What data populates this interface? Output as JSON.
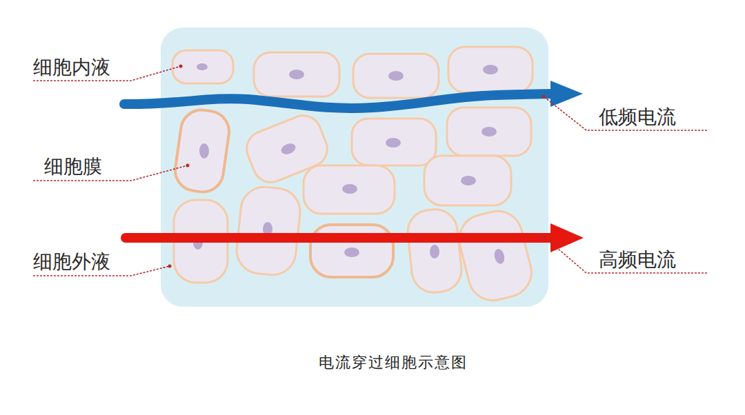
{
  "diagram": {
    "caption": "电流穿过细胞示意图",
    "labels": [
      "细胞内液",
      "细胞膜",
      "细胞外液",
      "低频电流",
      "高频电流"
    ]
  }
}
